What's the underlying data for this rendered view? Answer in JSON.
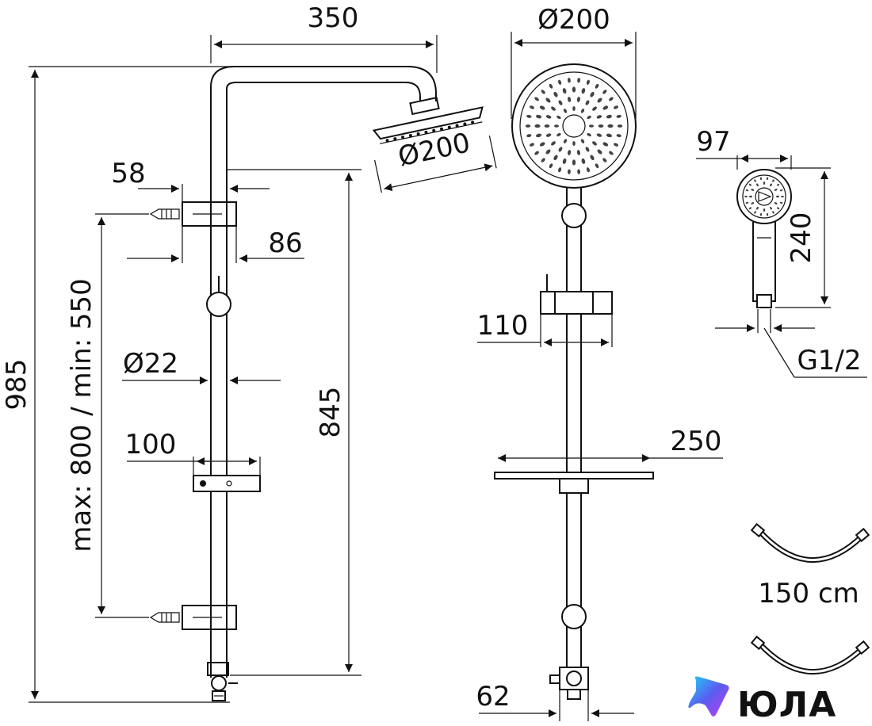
{
  "dimensions": {
    "arm_length": "350",
    "head_diameter_side": "Ø200",
    "head_diameter_front": "Ø200",
    "total_height": "985",
    "bracket_width": "58",
    "bracket_depth": "86",
    "adjust_range": "max: 800 / min: 550",
    "pipe_diameter": "Ø22",
    "slider_width": "100",
    "pipe_height": "845",
    "mixer_width": "110",
    "shelf_width": "250",
    "bottom_width": "62",
    "hand_width": "97",
    "hand_length": "240",
    "hand_thread": "G1/2",
    "hose_length": "150 cm"
  },
  "brand": {
    "name": "ЮЛА",
    "logo_colors": [
      "#1fd3f5",
      "#5a5cf0",
      "#c33ef0"
    ]
  }
}
